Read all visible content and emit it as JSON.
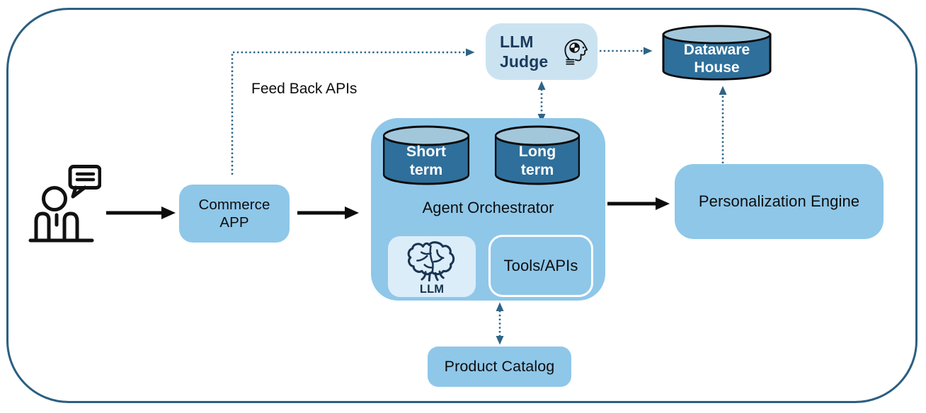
{
  "labels": {
    "feedback_apis": "Feed Back APIs",
    "commerce_app": "Commerce APP",
    "llm_judge": "LLM Judge",
    "dataware_house": "Dataware House",
    "short_term": "Short term",
    "long_term": "Long term",
    "agent_orchestrator": "Agent Orchestrator",
    "llm": "LLM",
    "tools_apis": "Tools/APIs",
    "personalization_engine": "Personalization Engine",
    "product_catalog": "Product Catalog"
  },
  "icons": {
    "user": "user-chat-icon",
    "judge": "ai-head-icon",
    "llm": "brain-icon"
  },
  "colors": {
    "frame_border": "#2B5F81",
    "node_fill": "#8FC7E9",
    "judge_fill": "#CBE3F1",
    "llm_inner_fill": "#DBEDF9",
    "cylinder_body": "#2F6F9B",
    "cylinder_top": "#A2C7DB",
    "dotted_arrow": "#2E6487",
    "solid_arrow": "#0C0C0C",
    "dark_text": "#1B3A5C",
    "white_text": "#FFFFFF"
  },
  "edges": [
    {
      "from": "user",
      "to": "commerce-app",
      "style": "solid"
    },
    {
      "from": "commerce-app",
      "to": "agent-orchestrator",
      "style": "solid"
    },
    {
      "from": "agent-orchestrator",
      "to": "personalization-engine",
      "style": "solid"
    },
    {
      "from": "commerce-app",
      "to": "llm-judge",
      "style": "dotted",
      "label": "Feed Back APIs"
    },
    {
      "from": "llm-judge",
      "to": "dataware-house",
      "style": "dotted"
    },
    {
      "from": "llm-judge",
      "to": "long-term-memory",
      "style": "dotted-bidirectional"
    },
    {
      "from": "personalization-engine",
      "to": "dataware-house",
      "style": "dotted"
    },
    {
      "from": "agent-orchestrator",
      "to": "product-catalog",
      "style": "dotted-bidirectional"
    }
  ]
}
